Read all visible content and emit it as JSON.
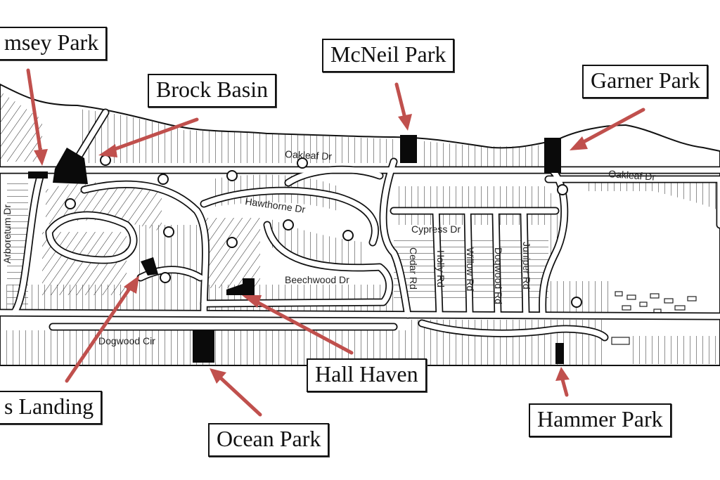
{
  "parks": [
    {
      "id": "ramsey",
      "label": "msey Park"
    },
    {
      "id": "brock",
      "label": "Brock Basin"
    },
    {
      "id": "mcneil",
      "label": "McNeil Park"
    },
    {
      "id": "garner",
      "label": "Garner Park"
    },
    {
      "id": "landing",
      "label": "s Landing"
    },
    {
      "id": "ocean",
      "label": "Ocean Park"
    },
    {
      "id": "hall",
      "label": "Hall Haven"
    },
    {
      "id": "hammer",
      "label": "Hammer Park"
    }
  ],
  "streets": {
    "oakleaf_west": "Oakleaf Dr",
    "oakleaf_east": "Oakleaf Dr",
    "hawthorne": "Hawthorne Dr",
    "cypress": "Cypress Dr",
    "beechwood": "Beechwood Dr",
    "dogwood": "Dogwood Cir",
    "arboretum": "Arboretum Dr",
    "cedar": "Cedar Rd",
    "holly": "Holly Rd",
    "willow": "Willow Rd",
    "dogwood_rd": "Dogwood Rd",
    "juniper": "Juniper Rd"
  },
  "colors": {
    "arrow": "#c0504d",
    "park_fill": "#0a0a0a",
    "line": "#111111"
  }
}
